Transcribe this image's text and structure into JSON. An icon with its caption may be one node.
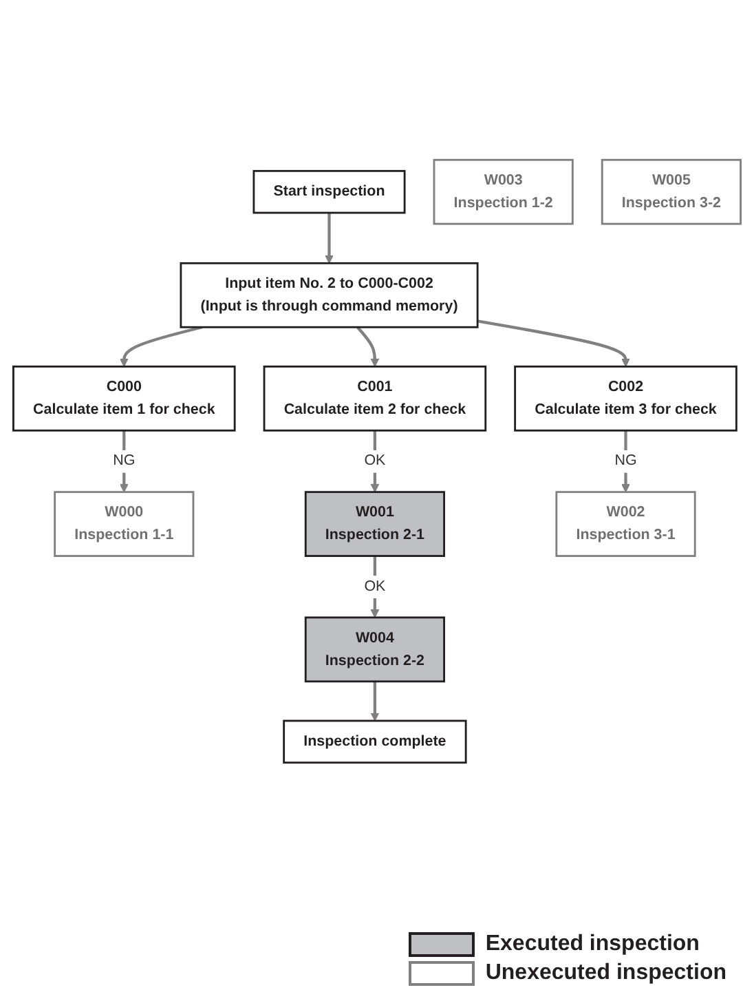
{
  "diagram": {
    "nodes": [
      {
        "text": [
          "Start inspection"
        ]
      },
      {
        "text": [
          "Input item No. 2 to C000-C002",
          "(Input is through command memory)"
        ]
      },
      {
        "text": [
          "C000",
          "Calculate item 1 for check"
        ]
      },
      {
        "text": [
          "C001",
          "Calculate item 2 for check"
        ]
      },
      {
        "text": [
          "C002",
          "Calculate item 3 for check"
        ]
      },
      {
        "text": [
          "W000",
          "Inspection 1-1"
        ]
      },
      {
        "text": [
          "W001",
          "Inspection 2-1"
        ]
      },
      {
        "text": [
          "W002",
          "Inspection 3-1"
        ]
      },
      {
        "text": [
          "W003",
          "Inspection 1-2"
        ]
      },
      {
        "text": [
          "W004",
          "Inspection 2-2"
        ]
      },
      {
        "text": [
          "W005",
          "Inspection 3-2"
        ]
      },
      {
        "text": [
          "Inspection complete"
        ]
      }
    ],
    "edges": [
      {
        "from": 0,
        "to": 1,
        "arrow": "to"
      },
      {
        "from": 1,
        "to": 2,
        "arrow": "to"
      },
      {
        "from": 1,
        "to": 3,
        "arrow": "to"
      },
      {
        "from": 1,
        "to": 4,
        "arrow": "to"
      },
      {
        "from": 2,
        "to": 5,
        "arrow": "to",
        "label": "NG"
      },
      {
        "from": 3,
        "to": 6,
        "arrow": "to",
        "label": "OK"
      },
      {
        "from": 4,
        "to": 7,
        "arrow": "to",
        "label": "NG"
      },
      {
        "from": 6,
        "to": 9,
        "arrow": "to",
        "label": "OK"
      },
      {
        "from": 9,
        "to": 11,
        "arrow": "to"
      }
    ],
    "legend": [
      {
        "text": "Executed inspection",
        "color": "#bfc0c4"
      },
      {
        "text": "Unexecuted inspection",
        "color": "#ffffff"
      }
    ]
  }
}
